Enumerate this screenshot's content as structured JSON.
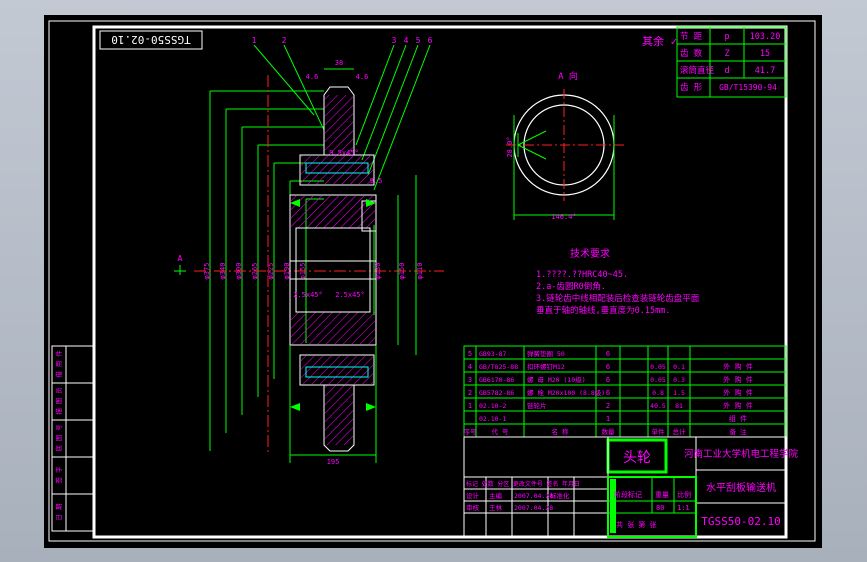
{
  "colors": {
    "background": "#000000",
    "frame": "#ffffff",
    "dimension": "#00ff00",
    "text": "#ff00ff",
    "hatch": "#ff00ff",
    "centerline": "#ff2020",
    "outline": "#ffffff"
  },
  "drawing_number": "TGSS50-02.10",
  "roughness_note": "其余 ✓",
  "params": [
    {
      "label": "节 距",
      "sym": "p",
      "value": "103.20"
    },
    {
      "label": "齿 数",
      "sym": "Z",
      "value": "15"
    },
    {
      "label": "滚筒直径",
      "sym": "d",
      "value": "41.7"
    },
    {
      "label": "齿 形",
      "sym": "",
      "value": "GB/T15390-94"
    }
  ],
  "balloons": [
    "1",
    "2",
    "3",
    "4",
    "5",
    "6"
  ],
  "view_label": "A 向",
  "view_dims": [
    "146.4°",
    "28.0°"
  ],
  "sec_arrow": "A",
  "dims_left": [
    "φ375",
    "φ340",
    "φ300",
    "φ265",
    "φ225",
    "φ190",
    "φ155"
  ],
  "dims_right": [
    "φ130",
    "φ150",
    "φ110"
  ],
  "dims_top": [
    "38",
    "4.6",
    "4.6"
  ],
  "dims_inner": [
    "2.5x45°",
    "2.5x45°",
    "9.5x45°",
    "9.5"
  ],
  "dim_bottom": "195",
  "tech_title": "技术要求",
  "tech_lines": [
    "1.????.??HRC40~45.",
    "2.a-齿圆R0倒角.",
    "3.链轮齿中线相配装后检查装链轮齿盘平面",
    "  垂直于轴的轴线,垂直度为0.15mm."
  ],
  "bom_rows": [
    {
      "no": "5",
      "code": "GB93-87",
      "name": "弹簧垫圈 50",
      "qty": "6",
      "w1": "",
      "w2": "",
      "mat": ""
    },
    {
      "no": "4",
      "code": "GB/T825-88",
      "name": "扣环螺钉M12",
      "qty": "6",
      "w1": "0.05",
      "w2": "0.1",
      "mat": "外 购 件"
    },
    {
      "no": "3",
      "code": "GB6170-86",
      "name": "螺 母 M20 (10级)",
      "qty": "6",
      "w1": "0.05",
      "w2": "0.3",
      "mat": "外 购 件"
    },
    {
      "no": "2",
      "code": "GB5782-86",
      "name": "螺 栓 M20x100 (8.8级)",
      "qty": "6",
      "w1": "0.8",
      "w2": "1.5",
      "mat": "外 购 件"
    },
    {
      "no": "1",
      "code": "02.10-2",
      "name": "链轮片",
      "qty": "2",
      "w1": "40.5",
      "w2": "81",
      "mat": "外 购 件"
    },
    {
      "no": "",
      "code": "02.10-1",
      "name": "",
      "qty": "1",
      "w1": "",
      "w2": "",
      "mat": "组 件"
    }
  ],
  "bom_header": [
    "序号",
    "代 号",
    "名 称",
    "数量",
    "单件",
    "总计",
    "备 注"
  ],
  "title_block": {
    "part_name": "头轮",
    "school": "河南工业大学机电工程学院",
    "machine": "水平刮板输送机",
    "drawing_no": "TGSS50-02.10",
    "rev_header": "标记 处数 分区 更改文件号 签名 年月日",
    "design": "设计",
    "design_name": "主编",
    "design_date": "2007.04.28",
    "std": "标准化",
    "check": "审核",
    "check_name": "王林",
    "check_date": "2007.04.28",
    "stage": "阶段标记",
    "weight": "重量",
    "scale": "比例",
    "weight_val": "80",
    "scale_val": "1:1",
    "sheets": "共 张 第 张"
  },
  "side_labels": [
    "借 用 件",
    "描 图 员",
    "底 图 号",
    "签 字",
    "日 期"
  ]
}
